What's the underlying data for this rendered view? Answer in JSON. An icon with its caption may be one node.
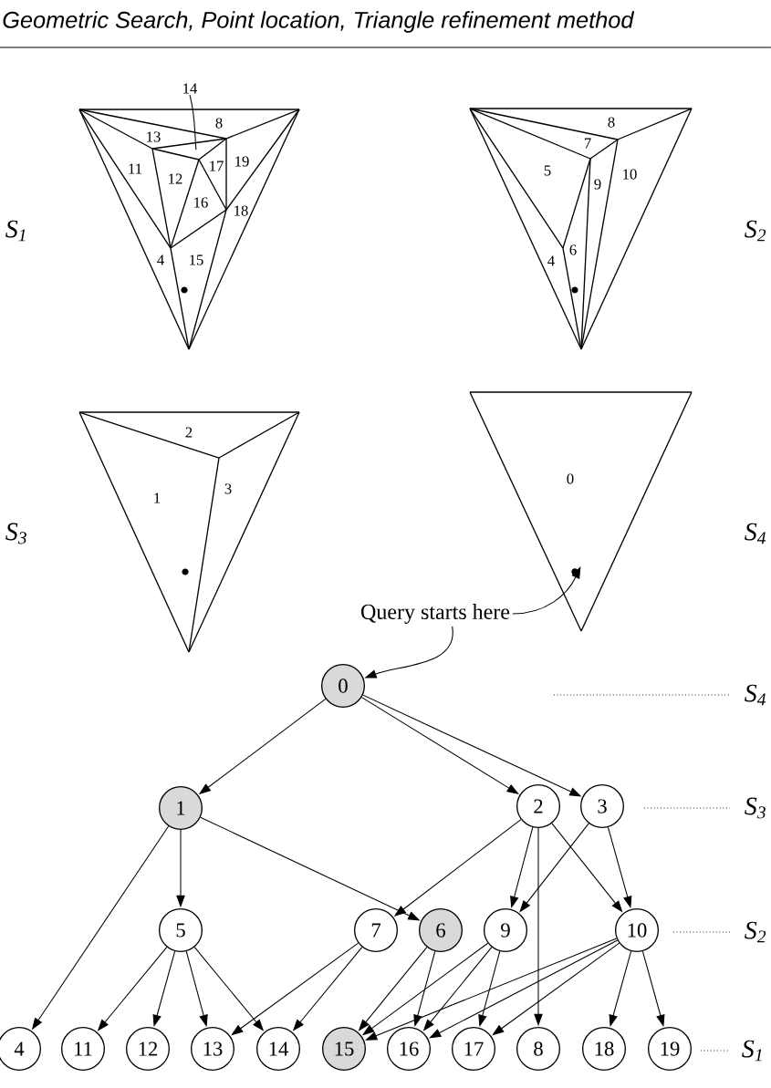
{
  "diagram": {
    "title": "Geometric Search, Point location, Triangle refinement method",
    "nodes": [
      {
        "text": [
          "Query starts here"
        ]
      },
      {
        "text": [],
        "shape": "circle"
      },
      {
        "text": [
          "0"
        ]
      },
      {
        "text": [
          "1"
        ]
      },
      {
        "text": [
          "2"
        ]
      },
      {
        "text": [
          "3"
        ]
      },
      {
        "text": [
          "5"
        ]
      },
      {
        "text": [
          "7"
        ]
      },
      {
        "text": [
          "6"
        ]
      },
      {
        "text": [
          "9"
        ]
      },
      {
        "text": [
          "10"
        ]
      },
      {
        "text": [
          "4"
        ]
      },
      {
        "text": [
          "11"
        ]
      },
      {
        "text": [
          "12"
        ]
      },
      {
        "text": [
          "13"
        ]
      },
      {
        "text": [
          "14"
        ]
      },
      {
        "text": [
          "15"
        ]
      },
      {
        "text": [
          "16"
        ]
      },
      {
        "text": [
          "17"
        ]
      },
      {
        "text": [
          "8"
        ]
      },
      {
        "text": [
          "18"
        ]
      },
      {
        "text": [
          "19"
        ]
      },
      {
        "text": [
          "14"
        ]
      }
    ],
    "edges": [
      {
        "from": 0,
        "to": 1,
        "arrow": "to"
      },
      {
        "from": 0,
        "to": 2,
        "arrow": "to"
      },
      {
        "from": 2,
        "to": 3,
        "arrow": "to"
      },
      {
        "from": 2,
        "to": 4,
        "arrow": "to"
      },
      {
        "from": 2,
        "to": 5,
        "arrow": "to"
      },
      {
        "from": 3,
        "to": 11,
        "arrow": "to"
      },
      {
        "from": 3,
        "to": 6,
        "arrow": "to"
      },
      {
        "from": 3,
        "to": 8,
        "arrow": "to"
      },
      {
        "from": 4,
        "to": 7,
        "arrow": "to"
      },
      {
        "from": 4,
        "to": 9,
        "arrow": "to"
      },
      {
        "from": 4,
        "to": 19,
        "arrow": "to"
      },
      {
        "from": 4,
        "to": 10,
        "arrow": "to"
      },
      {
        "from": 5,
        "to": 9,
        "arrow": "to"
      },
      {
        "from": 5,
        "to": 10,
        "arrow": "to"
      },
      {
        "from": 6,
        "to": 12,
        "arrow": "to"
      },
      {
        "from": 6,
        "to": 13,
        "arrow": "to"
      },
      {
        "from": 6,
        "to": 14,
        "arrow": "to"
      },
      {
        "from": 6,
        "to": 15,
        "arrow": "to"
      },
      {
        "from": 7,
        "to": 14,
        "arrow": "to"
      },
      {
        "from": 7,
        "to": 15,
        "arrow": "to"
      },
      {
        "from": 8,
        "to": 16,
        "arrow": "to"
      },
      {
        "from": 8,
        "to": 17,
        "arrow": "to"
      },
      {
        "from": 9,
        "to": 16,
        "arrow": "to"
      },
      {
        "from": 9,
        "to": 17,
        "arrow": "to"
      },
      {
        "from": 9,
        "to": 18,
        "arrow": "to"
      },
      {
        "from": 10,
        "to": 16,
        "arrow": "to"
      },
      {
        "from": 10,
        "to": 17,
        "arrow": "to"
      },
      {
        "from": 10,
        "to": 18,
        "arrow": "to"
      },
      {
        "from": 10,
        "to": 20,
        "arrow": "to"
      },
      {
        "from": 10,
        "to": 21,
        "arrow": "to"
      },
      {
        "from": 22,
        "to": null,
        "arrow": "none"
      }
    ],
    "labels": [
      "8",
      "13",
      "11",
      "12",
      "17",
      "19",
      "16",
      "18",
      "4",
      "15",
      "S$_{1}$",
      "8",
      "7",
      "5",
      "9",
      "10",
      "4",
      "6",
      "S$_{2}$",
      "2",
      "1",
      "3",
      "S$_{3}$",
      "0",
      "S$_{4}$",
      "S$_{4}$",
      "S$_{3}$",
      "S$_{2}$",
      "S$_{1}$"
    ]
  }
}
